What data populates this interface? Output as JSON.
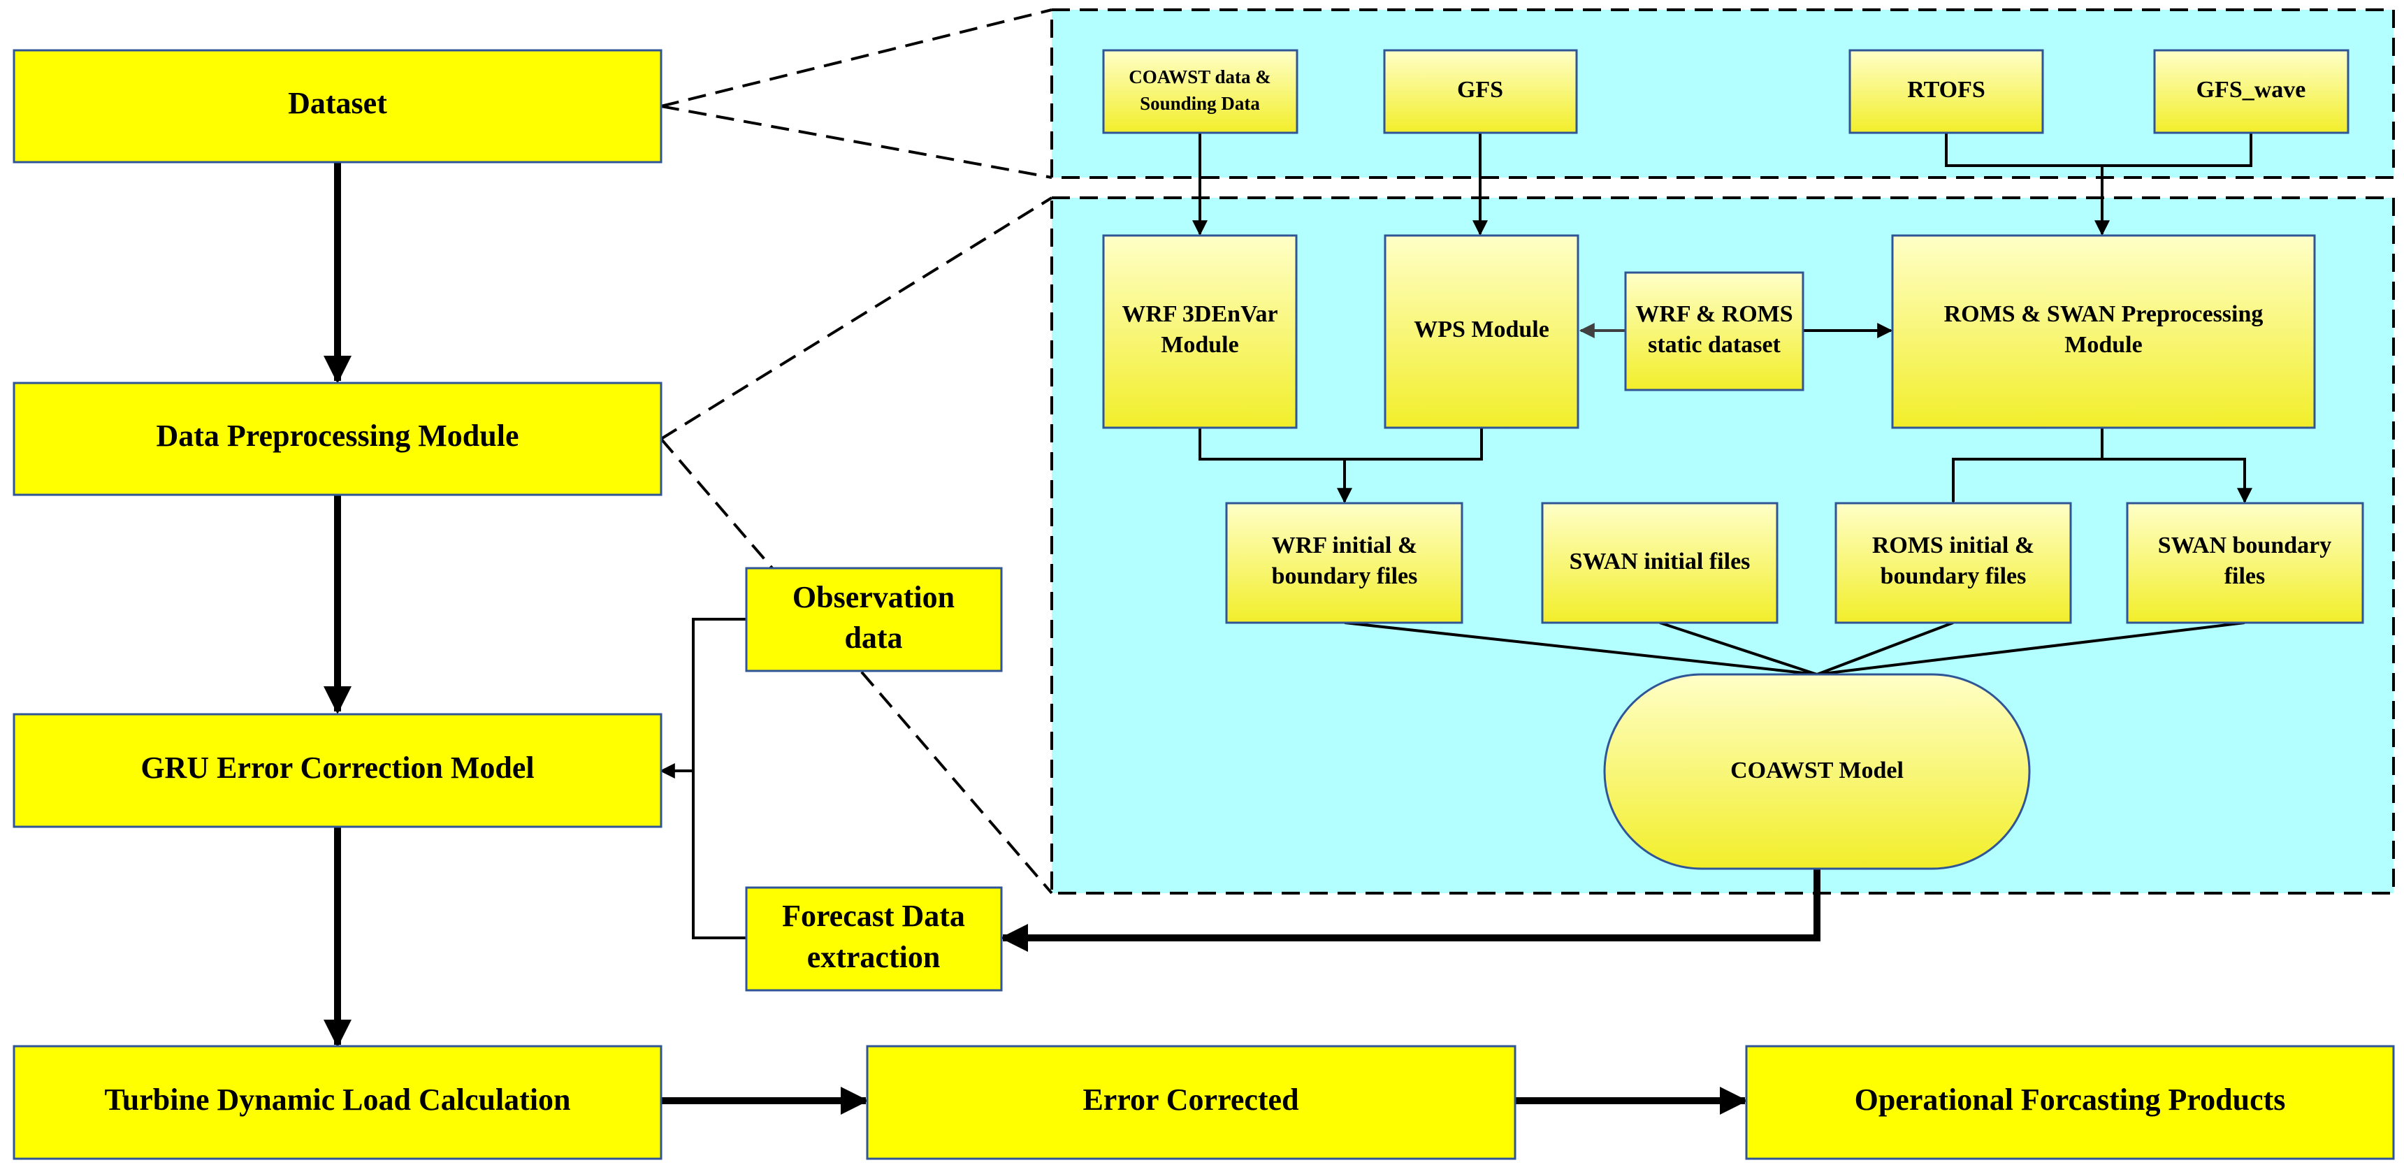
{
  "colors": {
    "main_box": "#ffff00",
    "sub_box_top": "#ffffc8",
    "sub_box_bottom": "#f2ee2a",
    "box_border": "#2f5597",
    "panel_fill": "#b3ffff",
    "line": "#000000"
  },
  "main_flow": {
    "dataset": "Dataset",
    "preprocessing": "Data Preprocessing Module",
    "gru": "GRU Error Correction Model",
    "turbine": "Turbine Dynamic Load Calculation",
    "error_corrected": "Error Corrected",
    "products": "Operational Forcasting Products"
  },
  "side": {
    "observation": [
      "Observation",
      "data"
    ],
    "forecast": [
      "Forecast Data",
      "extraction"
    ]
  },
  "dataset_panel": {
    "coawst_data": [
      "COAWST data &",
      "Sounding Data"
    ],
    "gfs": "GFS",
    "rtofs": "RTOFS",
    "gfs_wave": "GFS_wave"
  },
  "processing_panel": {
    "wrf_3denvar": [
      "WRF 3DEnVar",
      "Module"
    ],
    "wps": "WPS Module",
    "static_dataset": [
      "WRF & ROMS",
      "static dataset"
    ],
    "roms_swan_pre": [
      "ROMS & SWAN Preprocessing",
      "Module"
    ],
    "wrf_files": [
      "WRF initial &",
      "boundary files"
    ],
    "swan_initial": "SWAN initial files",
    "roms_files": [
      "ROMS initial &",
      "boundary files"
    ],
    "swan_boundary": [
      "SWAN boundary",
      "files"
    ],
    "coawst_model": "COAWST Model"
  }
}
